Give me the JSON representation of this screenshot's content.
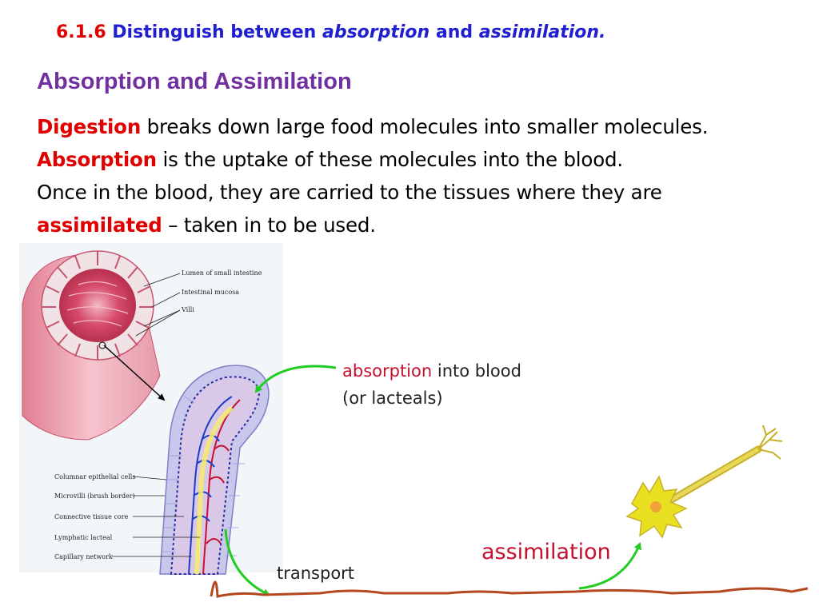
{
  "heading": {
    "number": "6.1.6",
    "text_1": " Distinguish between ",
    "italic_1": "absorption",
    "text_2": " and ",
    "italic_2": "assimilation."
  },
  "subtitle": "Absorption and Assimilation",
  "paragraph": {
    "line1_term": "Digestion",
    "line1_rest": " breaks down large food molecules into smaller molecules.",
    "line2_term": "Absorption",
    "line2_rest": " is the uptake of these molecules into the blood.",
    "line3": "Once in the blood, they are carried to the tissues where they are",
    "line4_term": "assimilated",
    "line4_rest": " – taken in to be used."
  },
  "figure": {
    "intestine_labels": [
      "Lumen of small intestine",
      "Intestinal mucosa",
      "Villi"
    ],
    "villus_labels": [
      "Columnar epithelial cells",
      "Microvilli (brush border)",
      "Connective tissue core",
      "Lymphatic lacteal",
      "Capillary network"
    ],
    "absorption_word": "absorption",
    "absorption_rest": " into blood",
    "absorption_line2": "(or lacteals)",
    "transport": "transport",
    "assimilation": "assimilation"
  },
  "colors": {
    "heading_blue": "#1f1fcf",
    "accent_red": "#e00000",
    "subtitle_purple": "#7030a0",
    "arrow_green": "#22cc22",
    "vessel_brown": "#b5471f",
    "cell_yellow": "#e8e020"
  }
}
